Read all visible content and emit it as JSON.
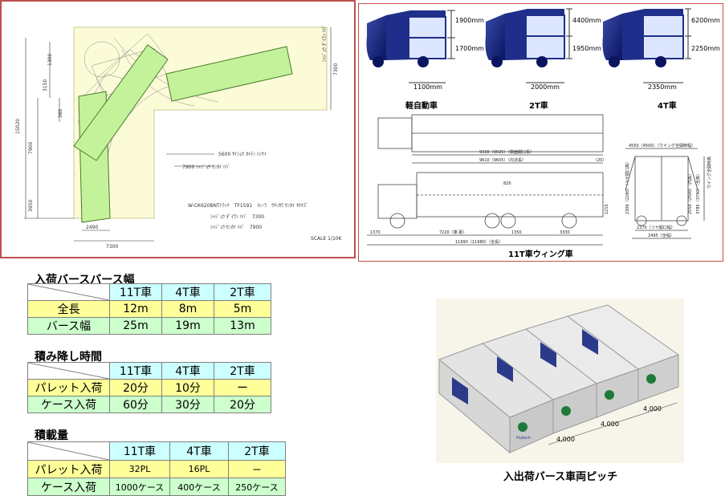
{
  "turn_drawing": {
    "dims_left": [
      "15020",
      "7900",
      "3950",
      "3150",
      "1300",
      "380"
    ],
    "dims_bottom": [
      "2490",
      "7300"
    ],
    "dim_right": "7300",
    "leader_1": "5600 ｻｲｼｮｳ ｶｲﾃﾝ ﾊﾝｹｲ",
    "leader_2": "7900 ｼｬｼﾞｮｳ ｾﾝｶｲ ﾊﾊﾞ",
    "note_1": "W-CK620BNTﾄﾗｯｸ　TF1591　ﾄﾚｰﾗ　ｳﾁｯｶﾜ ｾﾝｶｲ ｷｾｷｽﾞ",
    "note_2": "ｼｬｼﾞｮｳ ﾀﾞｲﾗﾝ ﾊﾊﾞ　7300",
    "note_3": "ｼｬｼﾞｮｳ ｾﾝｶｲ ﾊﾊﾞ　7900",
    "scale": "SCALE 1/10K",
    "side_label": "ｼｬｼﾞｮｳ ﾀﾞｲﾗﾝ ﾊﾊﾞ"
  },
  "trucks": {
    "kei": {
      "label": "軽自動車",
      "h1": "1900mm",
      "h2": "1700mm",
      "w": "1100mm"
    },
    "t2": {
      "label": "2T車",
      "h1": "4400mm",
      "h2": "1950mm",
      "w": "2000mm"
    },
    "t4": {
      "label": "4T車",
      "h1": "6200mm",
      "h2": "2250mm",
      "w": "2350mm"
    },
    "wing_caption": "11T車ウィング車",
    "wing_dims": {
      "d1": "9330（9025）（側面開口長）",
      "d2": "9610（9605）（内法長）",
      "d3": "（20）",
      "d4": "1370",
      "d5": "7220（車 距）",
      "d6": "1350",
      "d7": "3330",
      "d8": "11990（11980）（全長）",
      "d9": "4550（4500）（ウイング全開時幅）",
      "d10": "2370（リヤ開口幅）",
      "d11": "2495（全幅）",
      "d12": "2300（2280）（リヤ開口高）",
      "d13": "2550（2500）（内高）",
      "d14": "3785（3790）（全高）",
      "d15": "820",
      "d16": "1215",
      "d17": "ウイング全開時高"
    }
  },
  "table1": {
    "title": "入荷バースバース幅",
    "headers": [
      "11T車",
      "4T車",
      "2T車"
    ],
    "rows": [
      {
        "label": "全長",
        "values": [
          "12m",
          "8m",
          "5m"
        ]
      },
      {
        "label": "バース幅",
        "values": [
          "25m",
          "19m",
          "13m"
        ]
      }
    ]
  },
  "table2": {
    "title": "積み降し時間",
    "headers": [
      "11T車",
      "4T車",
      "2T車"
    ],
    "rows": [
      {
        "label": "パレット入荷",
        "values": [
          "20分",
          "10分",
          "ー"
        ]
      },
      {
        "label": "ケース入荷",
        "values": [
          "60分",
          "30分",
          "20分"
        ]
      }
    ]
  },
  "table3": {
    "title": "積載量",
    "headers": [
      "11T車",
      "4T車",
      "2T車"
    ],
    "rows": [
      {
        "label": "パレット入荷",
        "values": [
          "32PL",
          "16PL",
          "ー"
        ]
      },
      {
        "label": "ケース入荷",
        "values": [
          "1000ケース",
          "400ケース",
          "250ケース"
        ]
      }
    ]
  },
  "pitch": {
    "caption": "入出荷バース車両ピッチ",
    "gaps": [
      "4,000",
      "4,000",
      "4,000"
    ],
    "brand": "Hutech"
  }
}
